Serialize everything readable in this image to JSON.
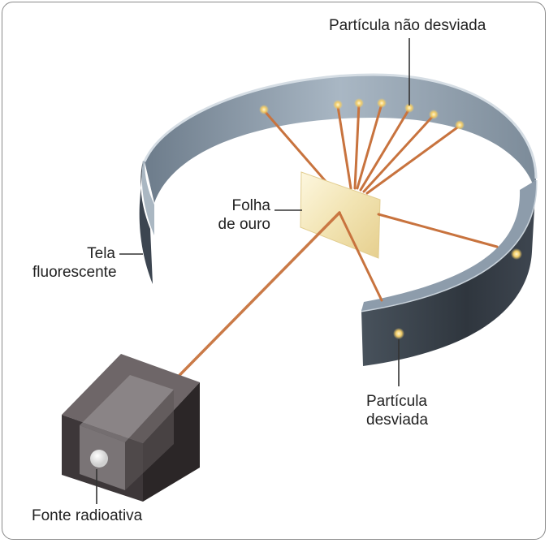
{
  "labels": {
    "undeflected": "Partícula não desviada",
    "gold_foil_line1": "Folha",
    "gold_foil_line2": "de ouro",
    "screen_line1": "Tela",
    "screen_line2": "fluorescente",
    "deflected_line1": "Partícula",
    "deflected_line2": "desviada",
    "source": "Fonte radioativa"
  },
  "colors": {
    "screen_outer": "#3e4650",
    "screen_inner": "#8fa0b0",
    "screen_rim": "#c9d2da",
    "ray": "#c8733e",
    "spot": "#f1d27a",
    "foil": "#f0e2b0",
    "box_front": "#3a3436",
    "box_top": "#6b6466",
    "box_side": "#2a2526",
    "leader": "#333333"
  }
}
